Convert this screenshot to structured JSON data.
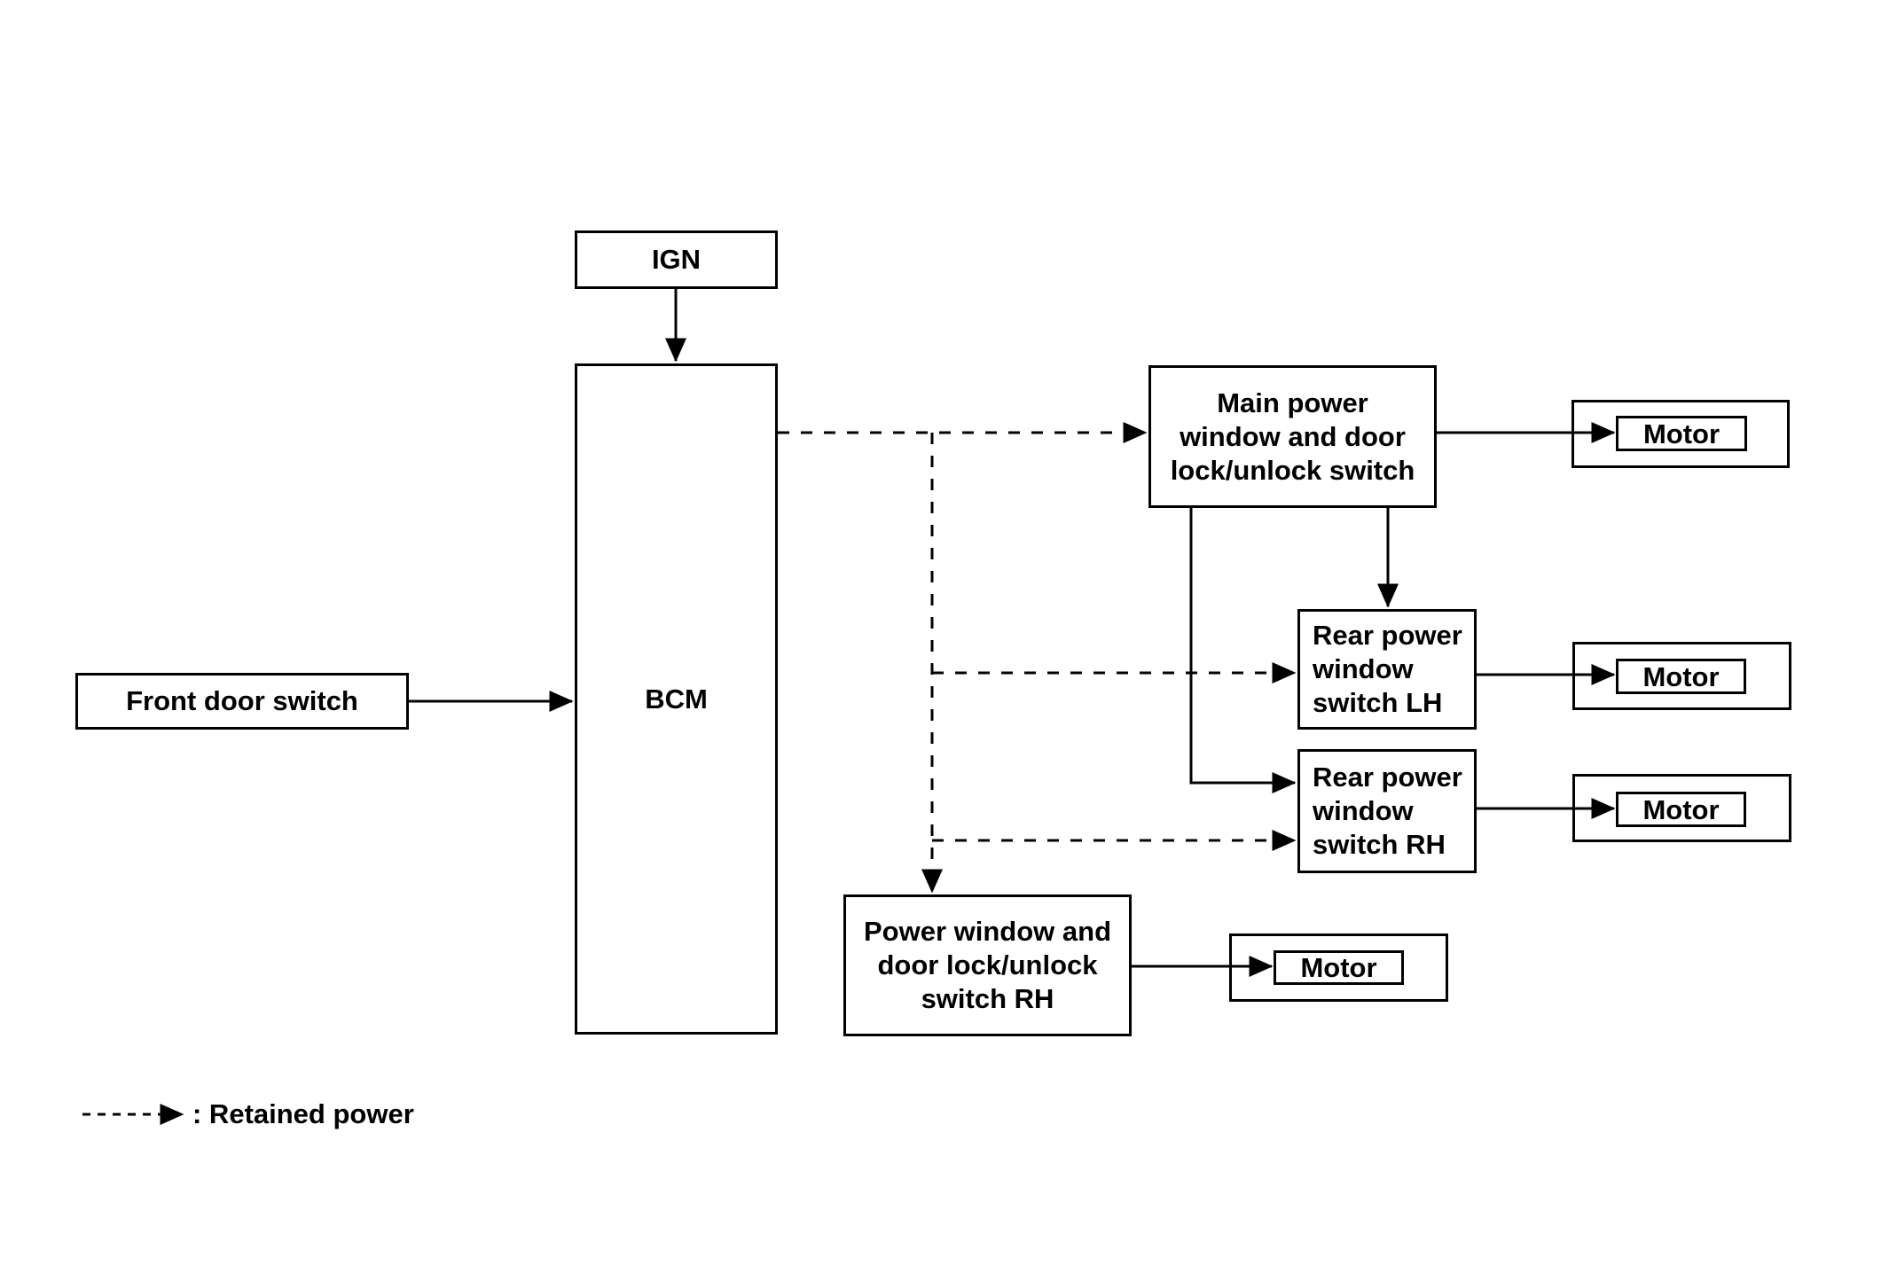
{
  "diagram": {
    "nodes": {
      "ign": {
        "label": "IGN"
      },
      "bcm": {
        "label": "BCM"
      },
      "front_door_switch": {
        "label": "Front door switch"
      },
      "main_switch": {
        "label": "Main power\nwindow and door\nlock/unlock switch"
      },
      "rear_switch_lh": {
        "label": "Rear power\nwindow\nswitch LH"
      },
      "rear_switch_rh": {
        "label": "Rear power\nwindow\nswitch RH"
      },
      "power_window_switch_rh": {
        "label": "Power window and\ndoor lock/unlock\nswitch RH"
      }
    },
    "motors": [
      "Motor",
      "Motor",
      "Motor",
      "Motor"
    ],
    "legend": {
      "label": ": Retained power"
    },
    "colors": {
      "line": "#000000",
      "text": "#000000",
      "background": "#ffffff"
    }
  }
}
